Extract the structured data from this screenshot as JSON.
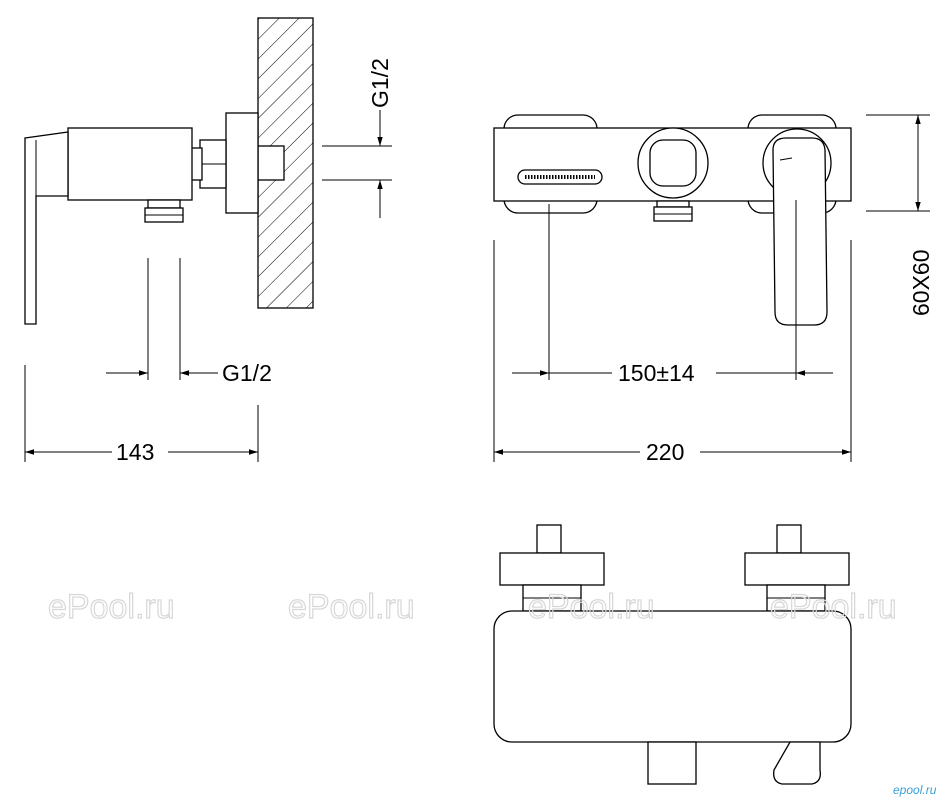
{
  "dimensions": {
    "pipe_thread_side": "G1/2",
    "outlet_thread_side": "G1/2",
    "depth_side": "143",
    "centers_front": "150±14",
    "width_front": "220",
    "escutcheon_size": "60X60"
  },
  "watermark": {
    "text": "ePool.ru",
    "copies": 4
  },
  "logo": {
    "text": "epool.ru",
    "color": "#3aa0d8"
  },
  "colors": {
    "line": "#000000",
    "watermark": "#d7d7d7",
    "background": "#ffffff"
  }
}
